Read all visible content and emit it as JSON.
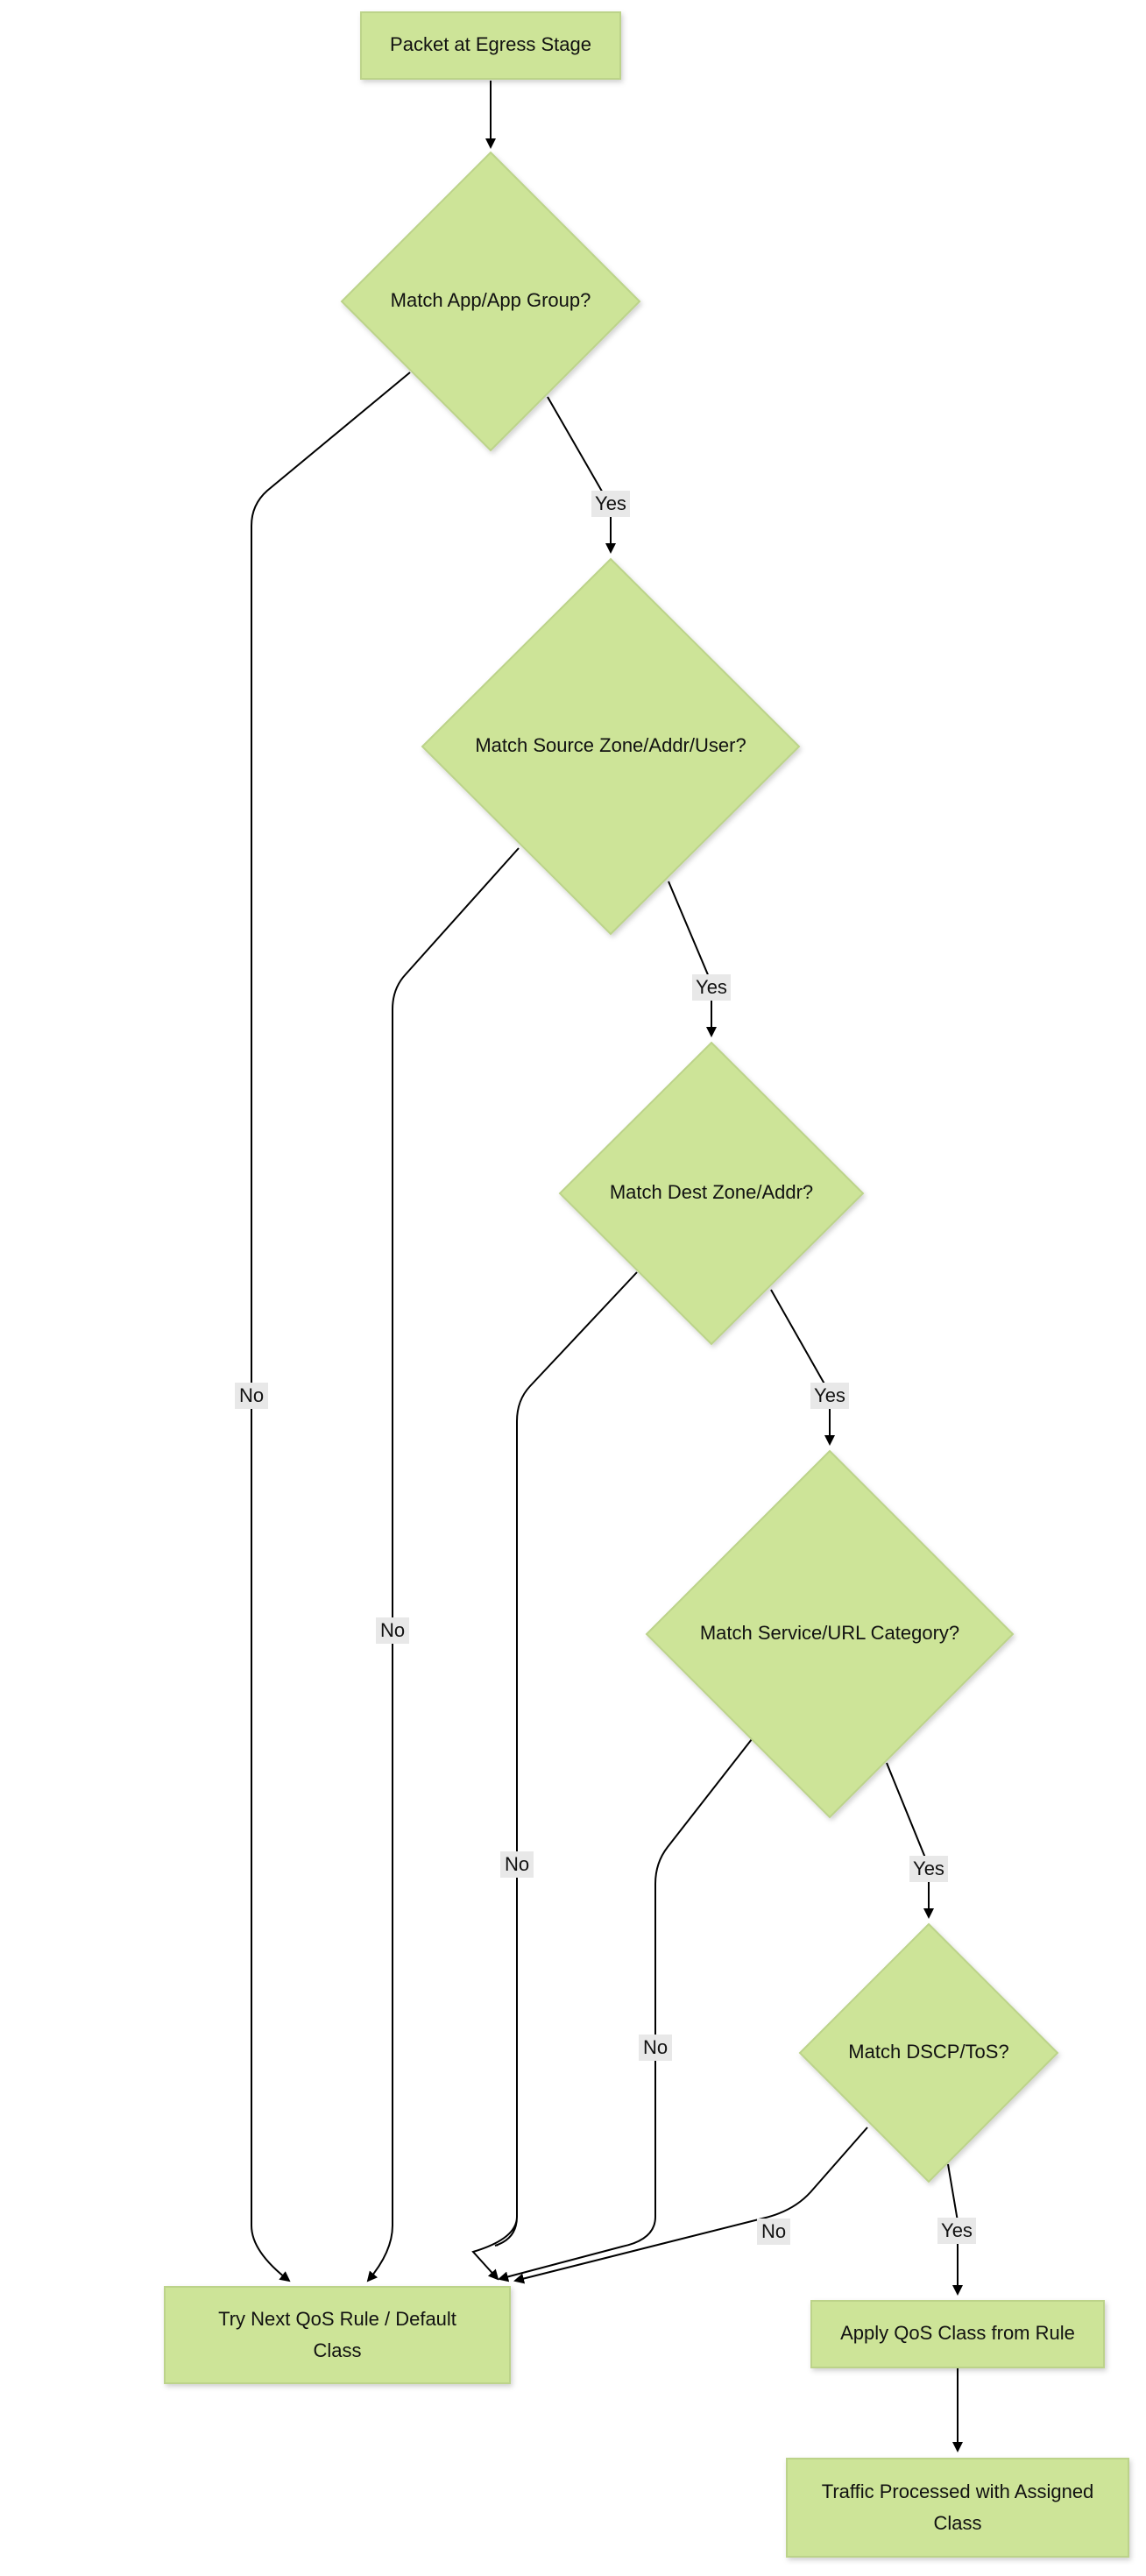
{
  "nodes": {
    "start": "Packet at Egress Stage",
    "app": "Match App/App Group?",
    "source": "Match Source Zone/Addr/User?",
    "dest": "Match Dest Zone/Addr?",
    "service": "Match Service/URL Category?",
    "dscp": "Match DSCP/ToS?",
    "next_line1": "Try Next QoS Rule / Default",
    "next_line2": "Class",
    "apply": "Apply QoS Class from Rule",
    "processed_line1": "Traffic Processed with Assigned",
    "processed_line2": "Class"
  },
  "edges": {
    "yes": "Yes",
    "no": "No"
  },
  "colors": {
    "node_fill": "#cde498",
    "node_stroke": "#bcd38a",
    "edge": "#000000",
    "label_bg": "#e8e8e8"
  }
}
